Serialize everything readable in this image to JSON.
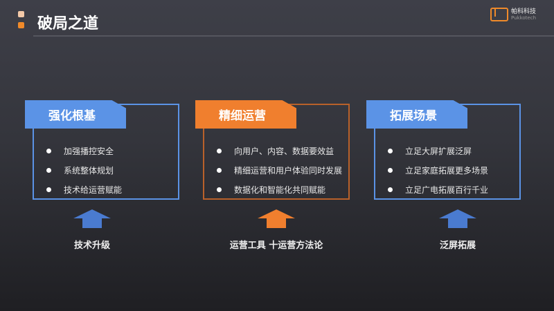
{
  "header": {
    "title": "破局之道",
    "logo_cn": "帕科科技",
    "logo_en": "Pukkotech"
  },
  "colors": {
    "blue": "#5b93e6",
    "orange": "#f07f2e",
    "orange_border": "#b9612a",
    "dot_light": "#f3c9a8"
  },
  "panels": [
    {
      "title": "强化根基",
      "items": [
        "加强播控安全",
        "系统整体规划",
        "技术给运营赋能"
      ],
      "bottom_label": "技术升级"
    },
    {
      "title": "精细运营",
      "items": [
        "向用户、内容、数据要效益",
        "精细运营和用户体验同时发展",
        "数据化和智能化共同赋能"
      ],
      "bottom_label": "运营工具 十运营方法论"
    },
    {
      "title": "拓展场景",
      "items": [
        "立足大屏扩展泛屏",
        "立足家庭拓展更多场景",
        "立足广电拓展百行千业"
      ],
      "bottom_label": "泛屏拓展"
    }
  ]
}
